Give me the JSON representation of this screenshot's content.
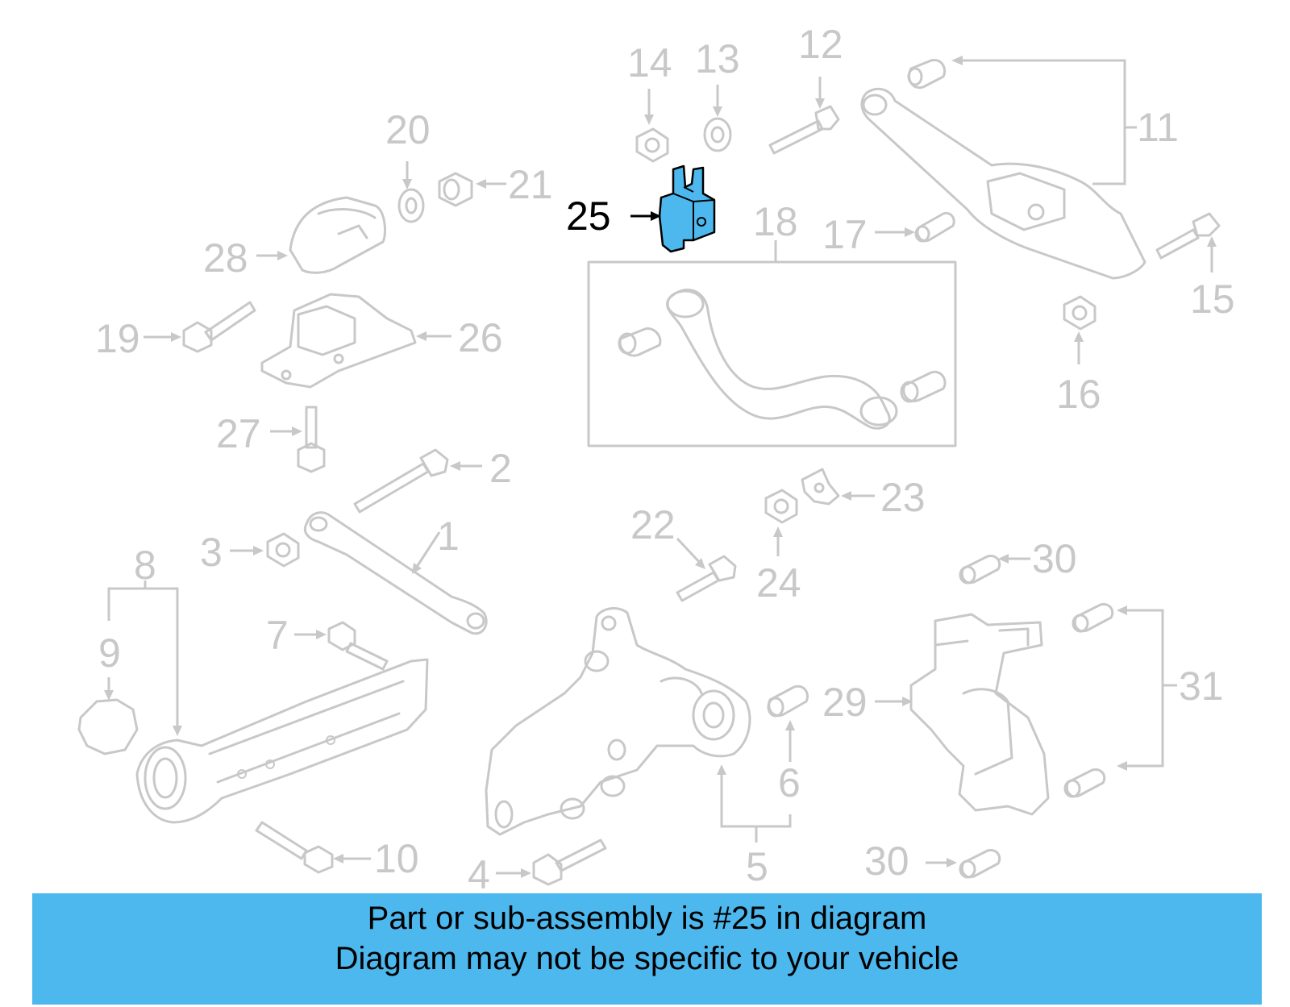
{
  "callouts": [
    "1",
    "2",
    "3",
    "4",
    "5",
    "6",
    "7",
    "8",
    "9",
    "10",
    "11",
    "12",
    "13",
    "14",
    "15",
    "16",
    "17",
    "18",
    "19",
    "20",
    "21",
    "22",
    "23",
    "24",
    "25",
    "26",
    "27",
    "28",
    "29",
    "30",
    "31"
  ],
  "highlighted_part": "25",
  "colors": {
    "highlight": "#4db8ee",
    "banner": "#4db8ee",
    "part_line": "#c8c8c8",
    "text_active": "#000000"
  },
  "banner": {
    "line1": "Part or sub-assembly is #25 in diagram",
    "line2": "Diagram may not be specific to your vehicle"
  }
}
